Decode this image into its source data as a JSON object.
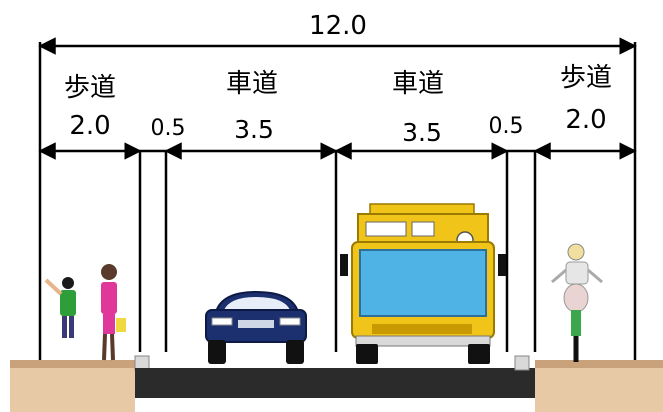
{
  "diagram": {
    "total_width": "12.0",
    "sidewalk_left": {
      "label": "歩道",
      "width": "2.0"
    },
    "shoulder_left": {
      "width": "0.5"
    },
    "carriageway_left": {
      "label": "車道",
      "width": "3.5"
    },
    "carriageway_right": {
      "label": "車道",
      "width": "3.5"
    },
    "shoulder_right": {
      "width": "0.5"
    },
    "sidewalk_right": {
      "label": "歩道",
      "width": "2.0"
    }
  },
  "colors": {
    "dimension_lines": "#000000",
    "sidewalk": "#e8c9a6",
    "sidewalk_edge": "#c9a27c",
    "road_surface": "#2b2b2b",
    "car_body": "#1c2f6e",
    "truck_body": "#f0c419",
    "truck_window": "#4fb3e6"
  },
  "illustrations": [
    "pedestrians-icon",
    "sedan-car-icon",
    "truck-icon",
    "cyclist-icon"
  ]
}
